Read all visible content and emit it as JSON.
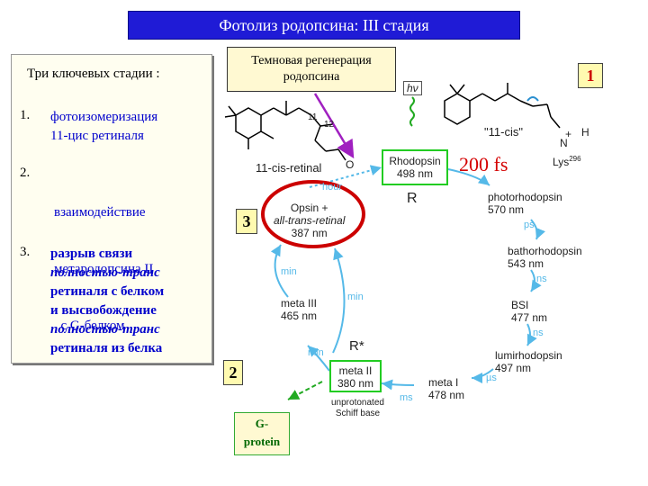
{
  "title": "Фотолиз родопсина: III стадия",
  "stages": {
    "heading": "Три ключевых стадии :",
    "items": [
      {
        "num": "1.",
        "lines": [
          "фотоизомеризация",
          "11-цис ретиналя"
        ]
      },
      {
        "num": "2.",
        "lines": [
          "взаимодействие",
          "метародопсина II",
          "  с G-белком"
        ]
      },
      {
        "num": "3.",
        "lines": [
          "разрыв связи",
          "полностью-транс",
          "ретиналя с белком",
          "и высвобождение",
          "полностью-транс",
          "ретиналя из белка"
        ]
      }
    ]
  },
  "dark_regeneration": [
    "Темновая регенерация",
    "родопсина"
  ],
  "badges": {
    "one": "1",
    "two": "2",
    "three": "3"
  },
  "time_label": "200 fs",
  "g_protein": [
    "G-",
    "protein"
  ],
  "molecules": {
    "cis_retinal": "11-cis-retinal",
    "cis_marker_11": "11",
    "cis_marker_12": "12",
    "aldehyde_o": "O",
    "bound": "\"11-cis\"",
    "hv": "hν",
    "h": "H",
    "n": "N",
    "plus": "+",
    "lys": "Lys",
    "lys_sup": "296"
  },
  "cycle": {
    "rhodopsin": [
      "Rhodopsin",
      "498 nm"
    ],
    "R": "R",
    "photorhodopsin": [
      "photorhodopsin",
      "570 nm"
    ],
    "bathorhodopsin": [
      "bathorhodopsin",
      "543 nm"
    ],
    "bsi": [
      "BSI",
      "477 nm"
    ],
    "lumirhodopsin": [
      "lumirhodopsin",
      "497 nm"
    ],
    "meta1": [
      "meta I",
      "478 nm"
    ],
    "meta2": [
      "meta II",
      "380 nm"
    ],
    "rstar": "R*",
    "unprotonated": [
      "unprotonated",
      "Schiff base"
    ],
    "meta3": [
      "meta III",
      "465 nm"
    ],
    "opsin": [
      "Opsin +",
      "all-trans-retinal",
      "387 nm"
    ],
    "rates": {
      "ps1": "ps",
      "ns1": "ns",
      "ns2": "ns",
      "us": "µs",
      "ms": "ms",
      "min1": "min",
      "min2": "min",
      "min3": "min",
      "hour": "hour"
    }
  },
  "colors": {
    "title_bg": "#1f1bd6",
    "stage_text": "#0000cc",
    "green_box": "#22cc22",
    "arrow_blue": "#55b9e8",
    "highlight_red": "#cc0000",
    "purple_arrow": "#a020c0"
  }
}
